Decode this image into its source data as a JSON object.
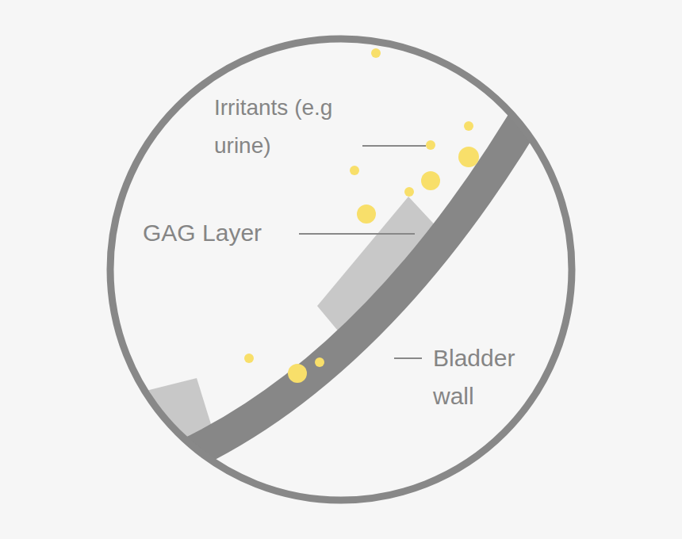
{
  "diagram": {
    "labels": [
      "Irritants (e.g urine)",
      "GAG Layer",
      "Bladder wall"
    ]
  }
}
